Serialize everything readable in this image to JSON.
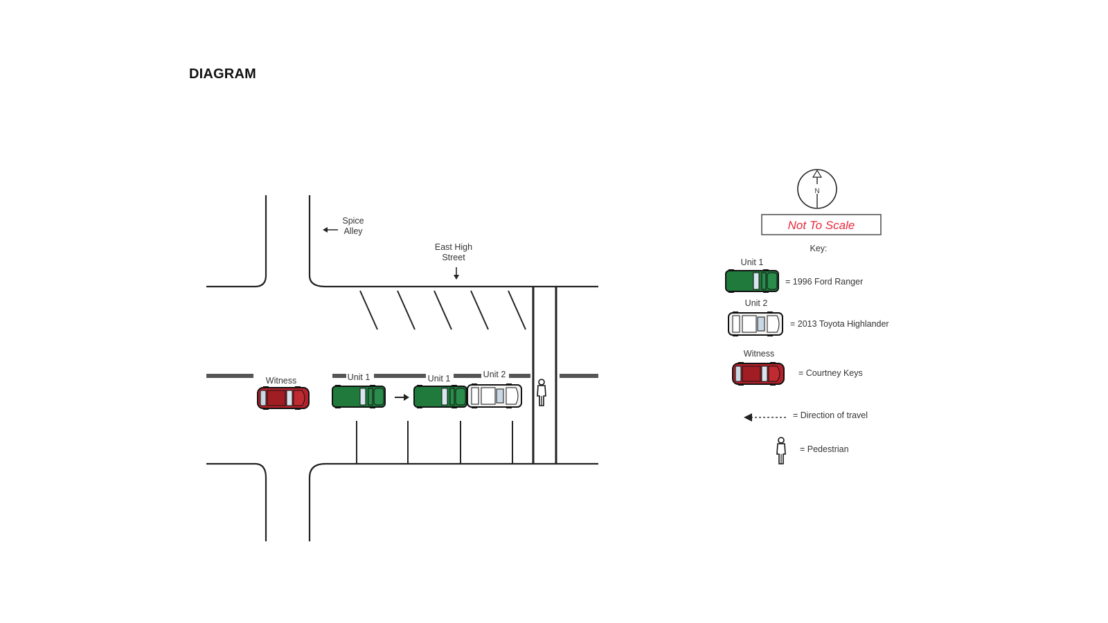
{
  "heading": "DIAGRAM",
  "streets": {
    "alley_line1": "Spice",
    "alley_line2": "Alley",
    "street_line1": "East High",
    "street_line2": "Street"
  },
  "vehicles": {
    "witness_label": "Witness",
    "unit1_label": "Unit 1",
    "unit2_label": "Unit 2"
  },
  "compass": {
    "letter": "N"
  },
  "scale_note": "Not To Scale",
  "legend": {
    "title": "Key:",
    "unit1_title": "Unit 1",
    "unit1_desc": "= 1996 Ford Ranger",
    "unit2_title": "Unit 2",
    "unit2_desc": "= 2013 Toyota Highlander",
    "witness_title": "Witness",
    "witness_desc": "= Courtney Keys",
    "direction_desc": "= Direction of travel",
    "pedestrian_desc": "= Pedestrian"
  },
  "colors": {
    "unit1": "#1f7a3c",
    "unit2": "#f2f2f2",
    "witness": "#b3222a",
    "scale_text": "#e8283a",
    "line": "#222222"
  }
}
